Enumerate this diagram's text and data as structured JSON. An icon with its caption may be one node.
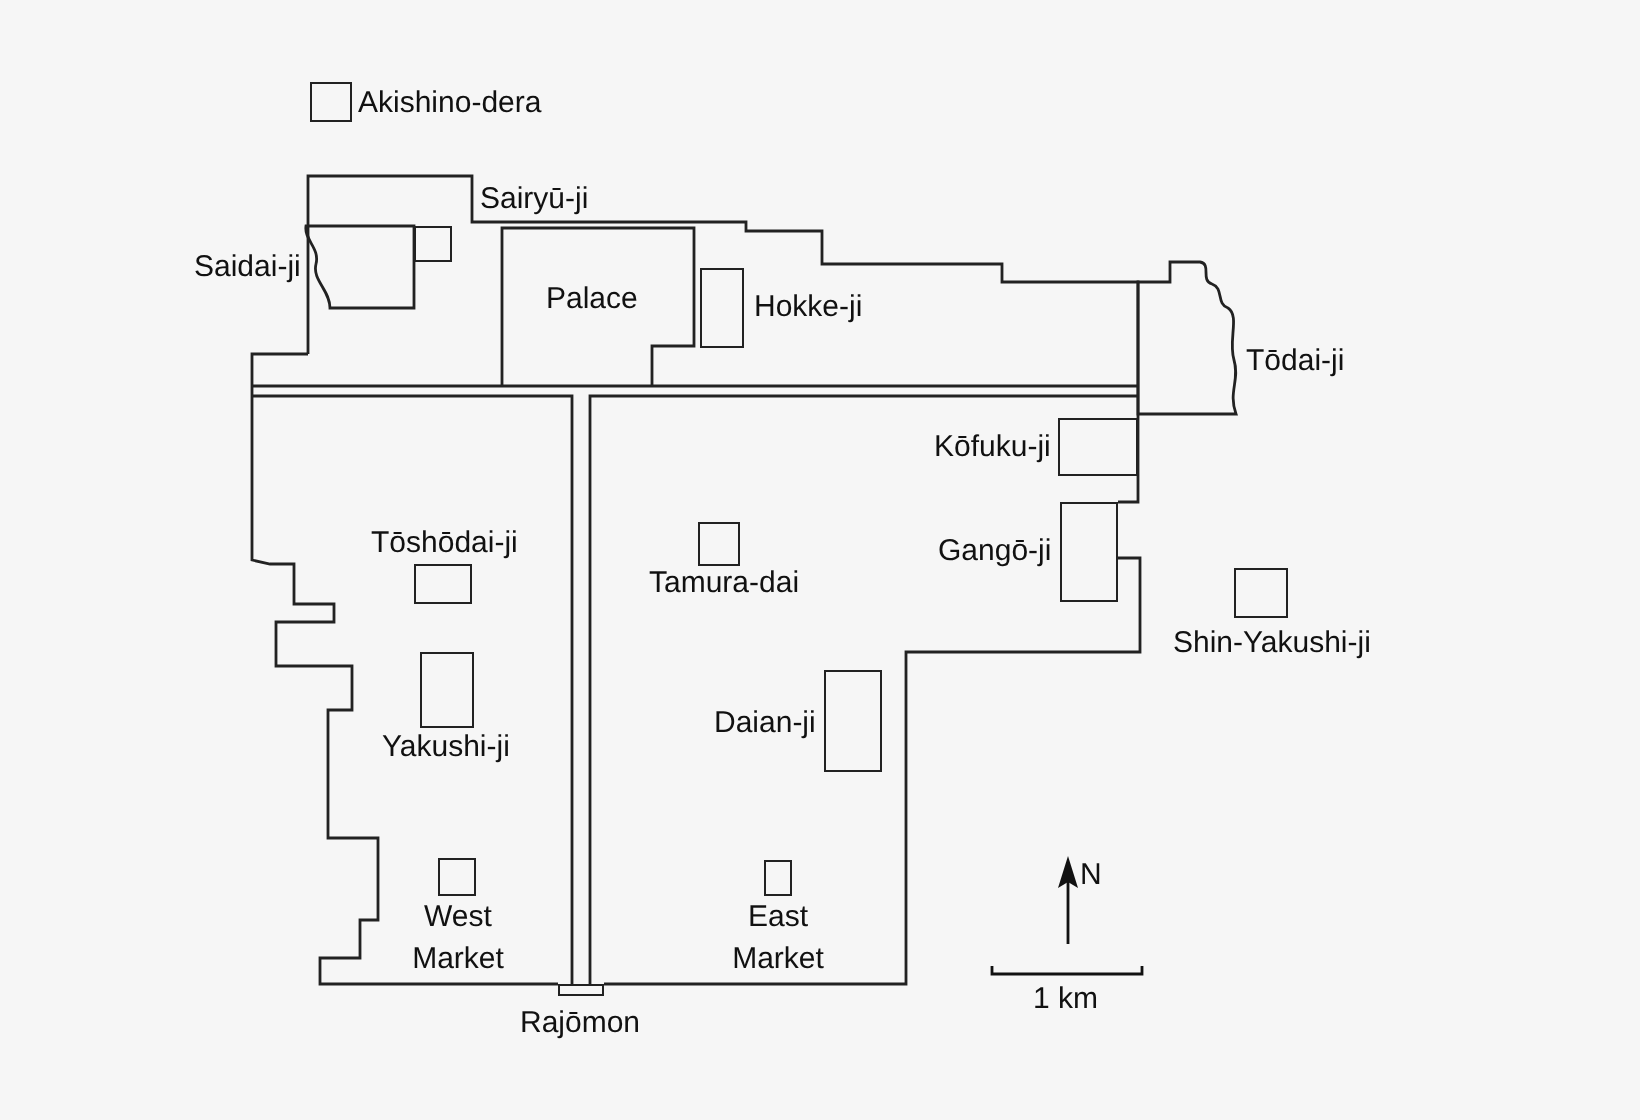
{
  "diagram": {
    "nodes": [
      {
        "text": [
          "Akishino-dera"
        ]
      },
      {
        "text": [
          "Sairyū-ji"
        ]
      },
      {
        "text": [
          "Saidai-ji"
        ]
      },
      {
        "text": [
          "Palace"
        ]
      },
      {
        "text": [
          "Hokke-ji"
        ]
      },
      {
        "text": [
          "Tōdai-ji"
        ]
      },
      {
        "text": [
          "Kōfuku-ji"
        ]
      },
      {
        "text": [
          "Tōshōdai-ji"
        ]
      },
      {
        "text": [
          "Tamura-dai"
        ]
      },
      {
        "text": [
          "Gangō-ji"
        ]
      },
      {
        "text": [
          "Shin-Yakushi-ji"
        ]
      },
      {
        "text": [
          "Yakushi-ji"
        ]
      },
      {
        "text": [
          "Daian-ji"
        ]
      },
      {
        "text": [
          "West Market"
        ]
      },
      {
        "text": [
          "East Market"
        ]
      },
      {
        "text": [
          "Rajōmon"
        ]
      }
    ],
    "edges": [],
    "labels": [
      "N",
      "1 km"
    ]
  }
}
